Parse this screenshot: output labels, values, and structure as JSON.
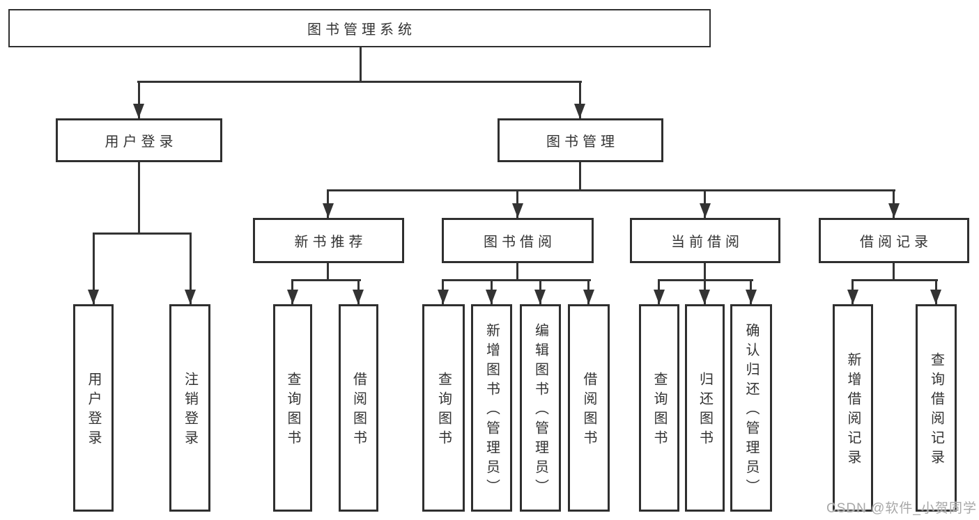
{
  "colors": {
    "line": "#333333",
    "box_border": "#2f2f2f",
    "box_fill": "#ffffff",
    "text": "#333333",
    "watermark": "#a8a8a8"
  },
  "diagram": {
    "root": "图书管理系统",
    "branches": [
      {
        "label": "用户登录",
        "children": [
          "用户登录",
          "注销登录"
        ]
      },
      {
        "label": "图书管理",
        "children": [
          {
            "label": "新书推荐",
            "children": [
              "查询图书",
              "借阅图书"
            ]
          },
          {
            "label": "图书借阅",
            "children": [
              "查询图书",
              "新增图书（管理员）",
              "编辑图书（管理员）",
              "借阅图书"
            ]
          },
          {
            "label": "当前借阅",
            "children": [
              "查询图书",
              "归还图书",
              "确认归还（管理员）"
            ]
          },
          {
            "label": "借阅记录",
            "children": [
              "新增借阅记录",
              "查询借阅记录"
            ]
          }
        ]
      }
    ]
  },
  "watermark": {
    "text": "CSDN @软件_小贺同学"
  }
}
